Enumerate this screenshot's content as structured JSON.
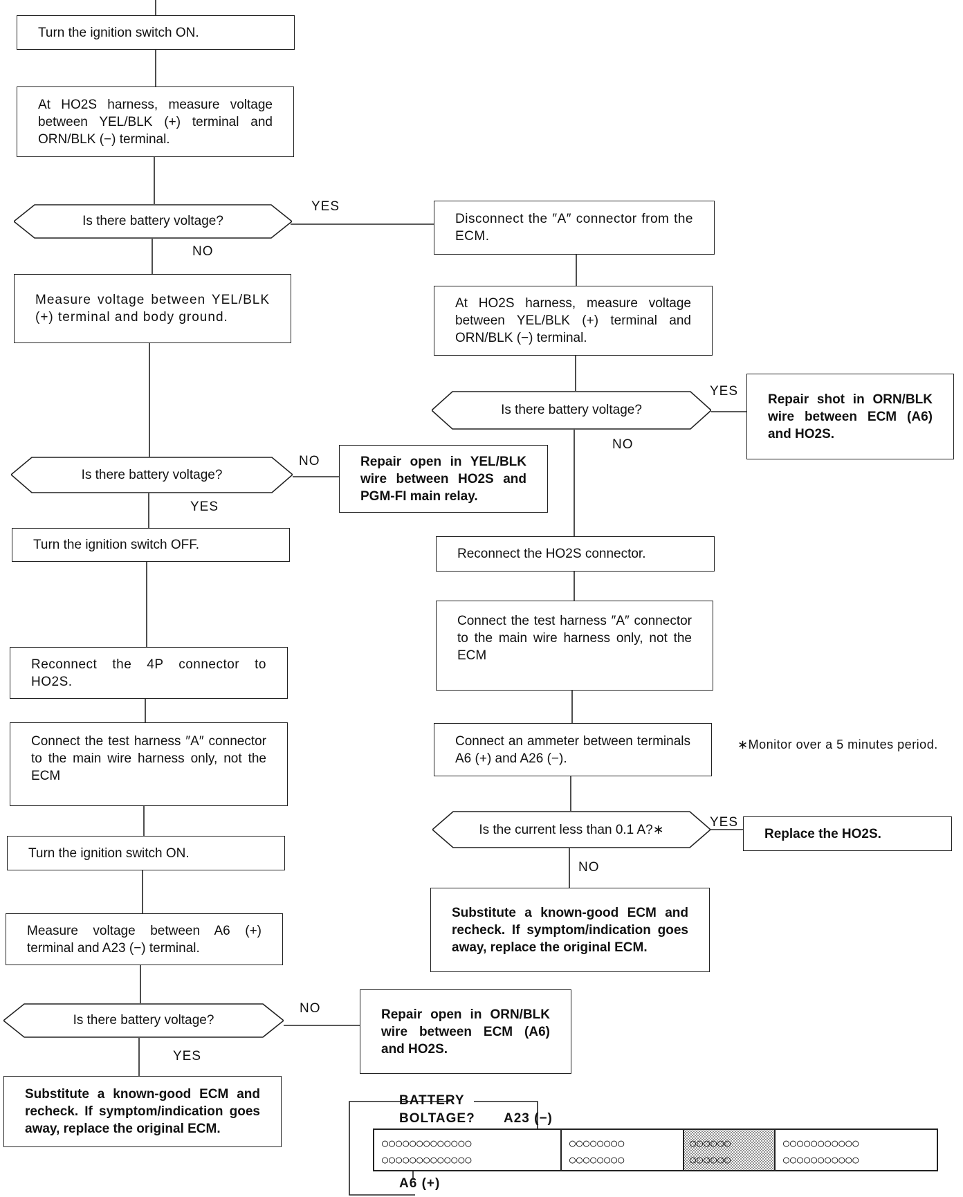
{
  "left": {
    "b1": "Turn the ignition switch ON.",
    "b2": "At HO2S harness, measure voltage between YEL/BLK (+) terminal and ORN/BLK (−) terminal.",
    "d1": "Is there battery voltage?",
    "b3": "Measure voltage between YEL/BLK (+) terminal and body ground.",
    "d2": "Is there battery voltage?",
    "b4": "Turn the ignition switch OFF.",
    "b5": "Reconnect the 4P connector to HO2S.",
    "b6": "Connect the test harness ″A″ connector to the main wire harness only, not the ECM",
    "b7": "Turn the ignition switch ON.",
    "b8": "Measure voltage between A6 (+) terminal and A23 (−) terminal.",
    "d3": "Is there battery voltage?",
    "b9": "Substitute a known-good ECM and recheck. If symptom/indication goes away, replace the original ECM."
  },
  "mid": {
    "r1": "Repair open in YEL/BLK wire between HO2S and PGM-FI main relay.",
    "r2": "Repair open in ORN/BLK wire between ECM (A6) and HO2S."
  },
  "right": {
    "c1": "Disconnect the ″A″ connector from the ECM.",
    "c2": "At HO2S harness, measure voltage between YEL/BLK (+) terminal and ORN/BLK (−) terminal.",
    "d4": "Is there battery voltage?",
    "c3": "Reconnect the HO2S connector.",
    "c4": "Connect the test harness ″A″ connector to the main wire harness only, not the ECM",
    "c5": "Connect an ammeter between terminals A6 (+) and A26 (−).",
    "d5": "Is the current less than 0.1 A?∗",
    "c6": "Substitute a known-good ECM and recheck. If symptom/indication goes away, replace the original ECM."
  },
  "far": {
    "r3": "Repair shot in ORN/BLK wire between ECM (A6) and HO2S.",
    "r4": "Replace the HO2S."
  },
  "labels": {
    "yes": "YES",
    "no": "NO"
  },
  "note": "∗Monitor over a 5 minutes period.",
  "connector": {
    "battery": "BATTERY",
    "boltage": "BOLTAGE?",
    "a23": "A23 (−)",
    "a6": "A6 (+)",
    "row_a1": "○○○○○○○○○○○○○",
    "row_a2": "○○○○○○○○",
    "row_a3": "○○○○○○",
    "row_a4": "○○○○○○○○○○○",
    "row_b1": "○○○○○○○○○○○○○",
    "row_b2": "○○○○○○○○",
    "row_b3": "○○○○○○",
    "row_b4": "○○○○○○○○○○○"
  }
}
